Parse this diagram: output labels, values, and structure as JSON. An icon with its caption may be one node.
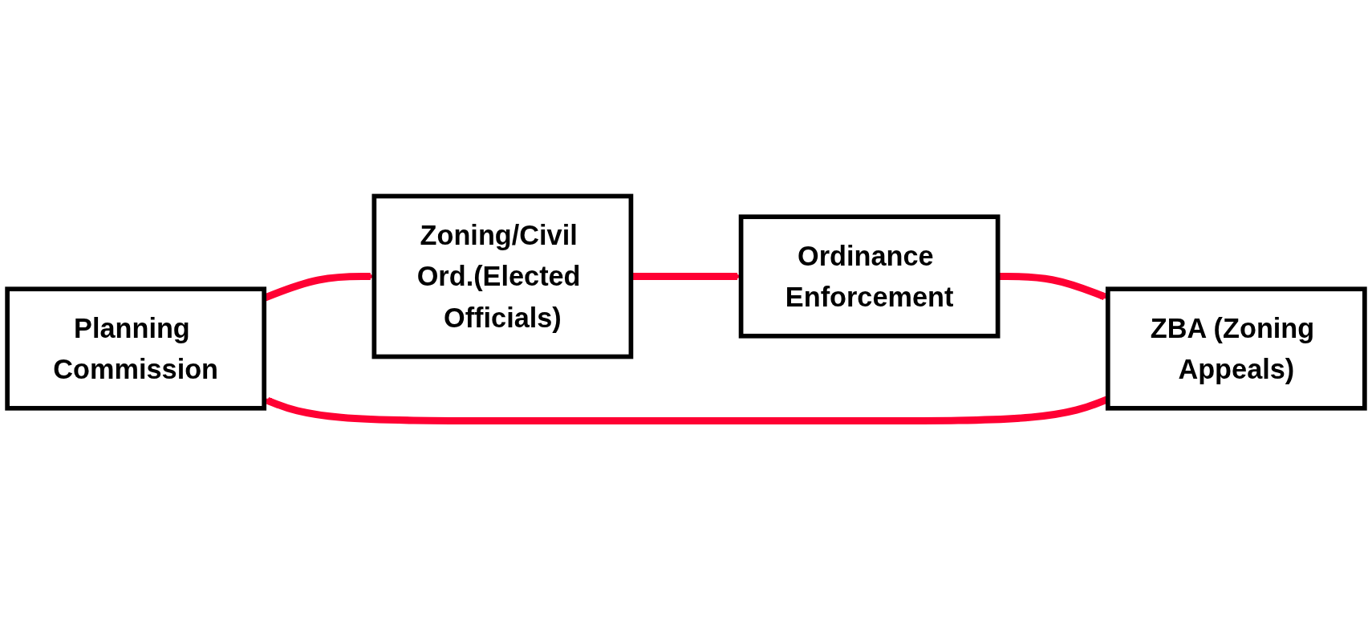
{
  "diagram": {
    "nodes": [
      {
        "text": [
          "Planning Commission"
        ]
      },
      {
        "text": [
          "Zoning/Civil Ord.(Elected Officials)"
        ]
      },
      {
        "text": [
          "Ordinance Enforcement"
        ]
      },
      {
        "text": [
          "ZBA (Zoning Appeals)"
        ]
      }
    ],
    "edges": [
      {
        "from": 0,
        "to": 1,
        "arrow": "to"
      },
      {
        "from": 1,
        "to": 2,
        "arrow": "to"
      },
      {
        "from": 2,
        "to": 3,
        "arrow": "to"
      },
      {
        "from": 3,
        "to": 0,
        "arrow": "to"
      }
    ]
  }
}
